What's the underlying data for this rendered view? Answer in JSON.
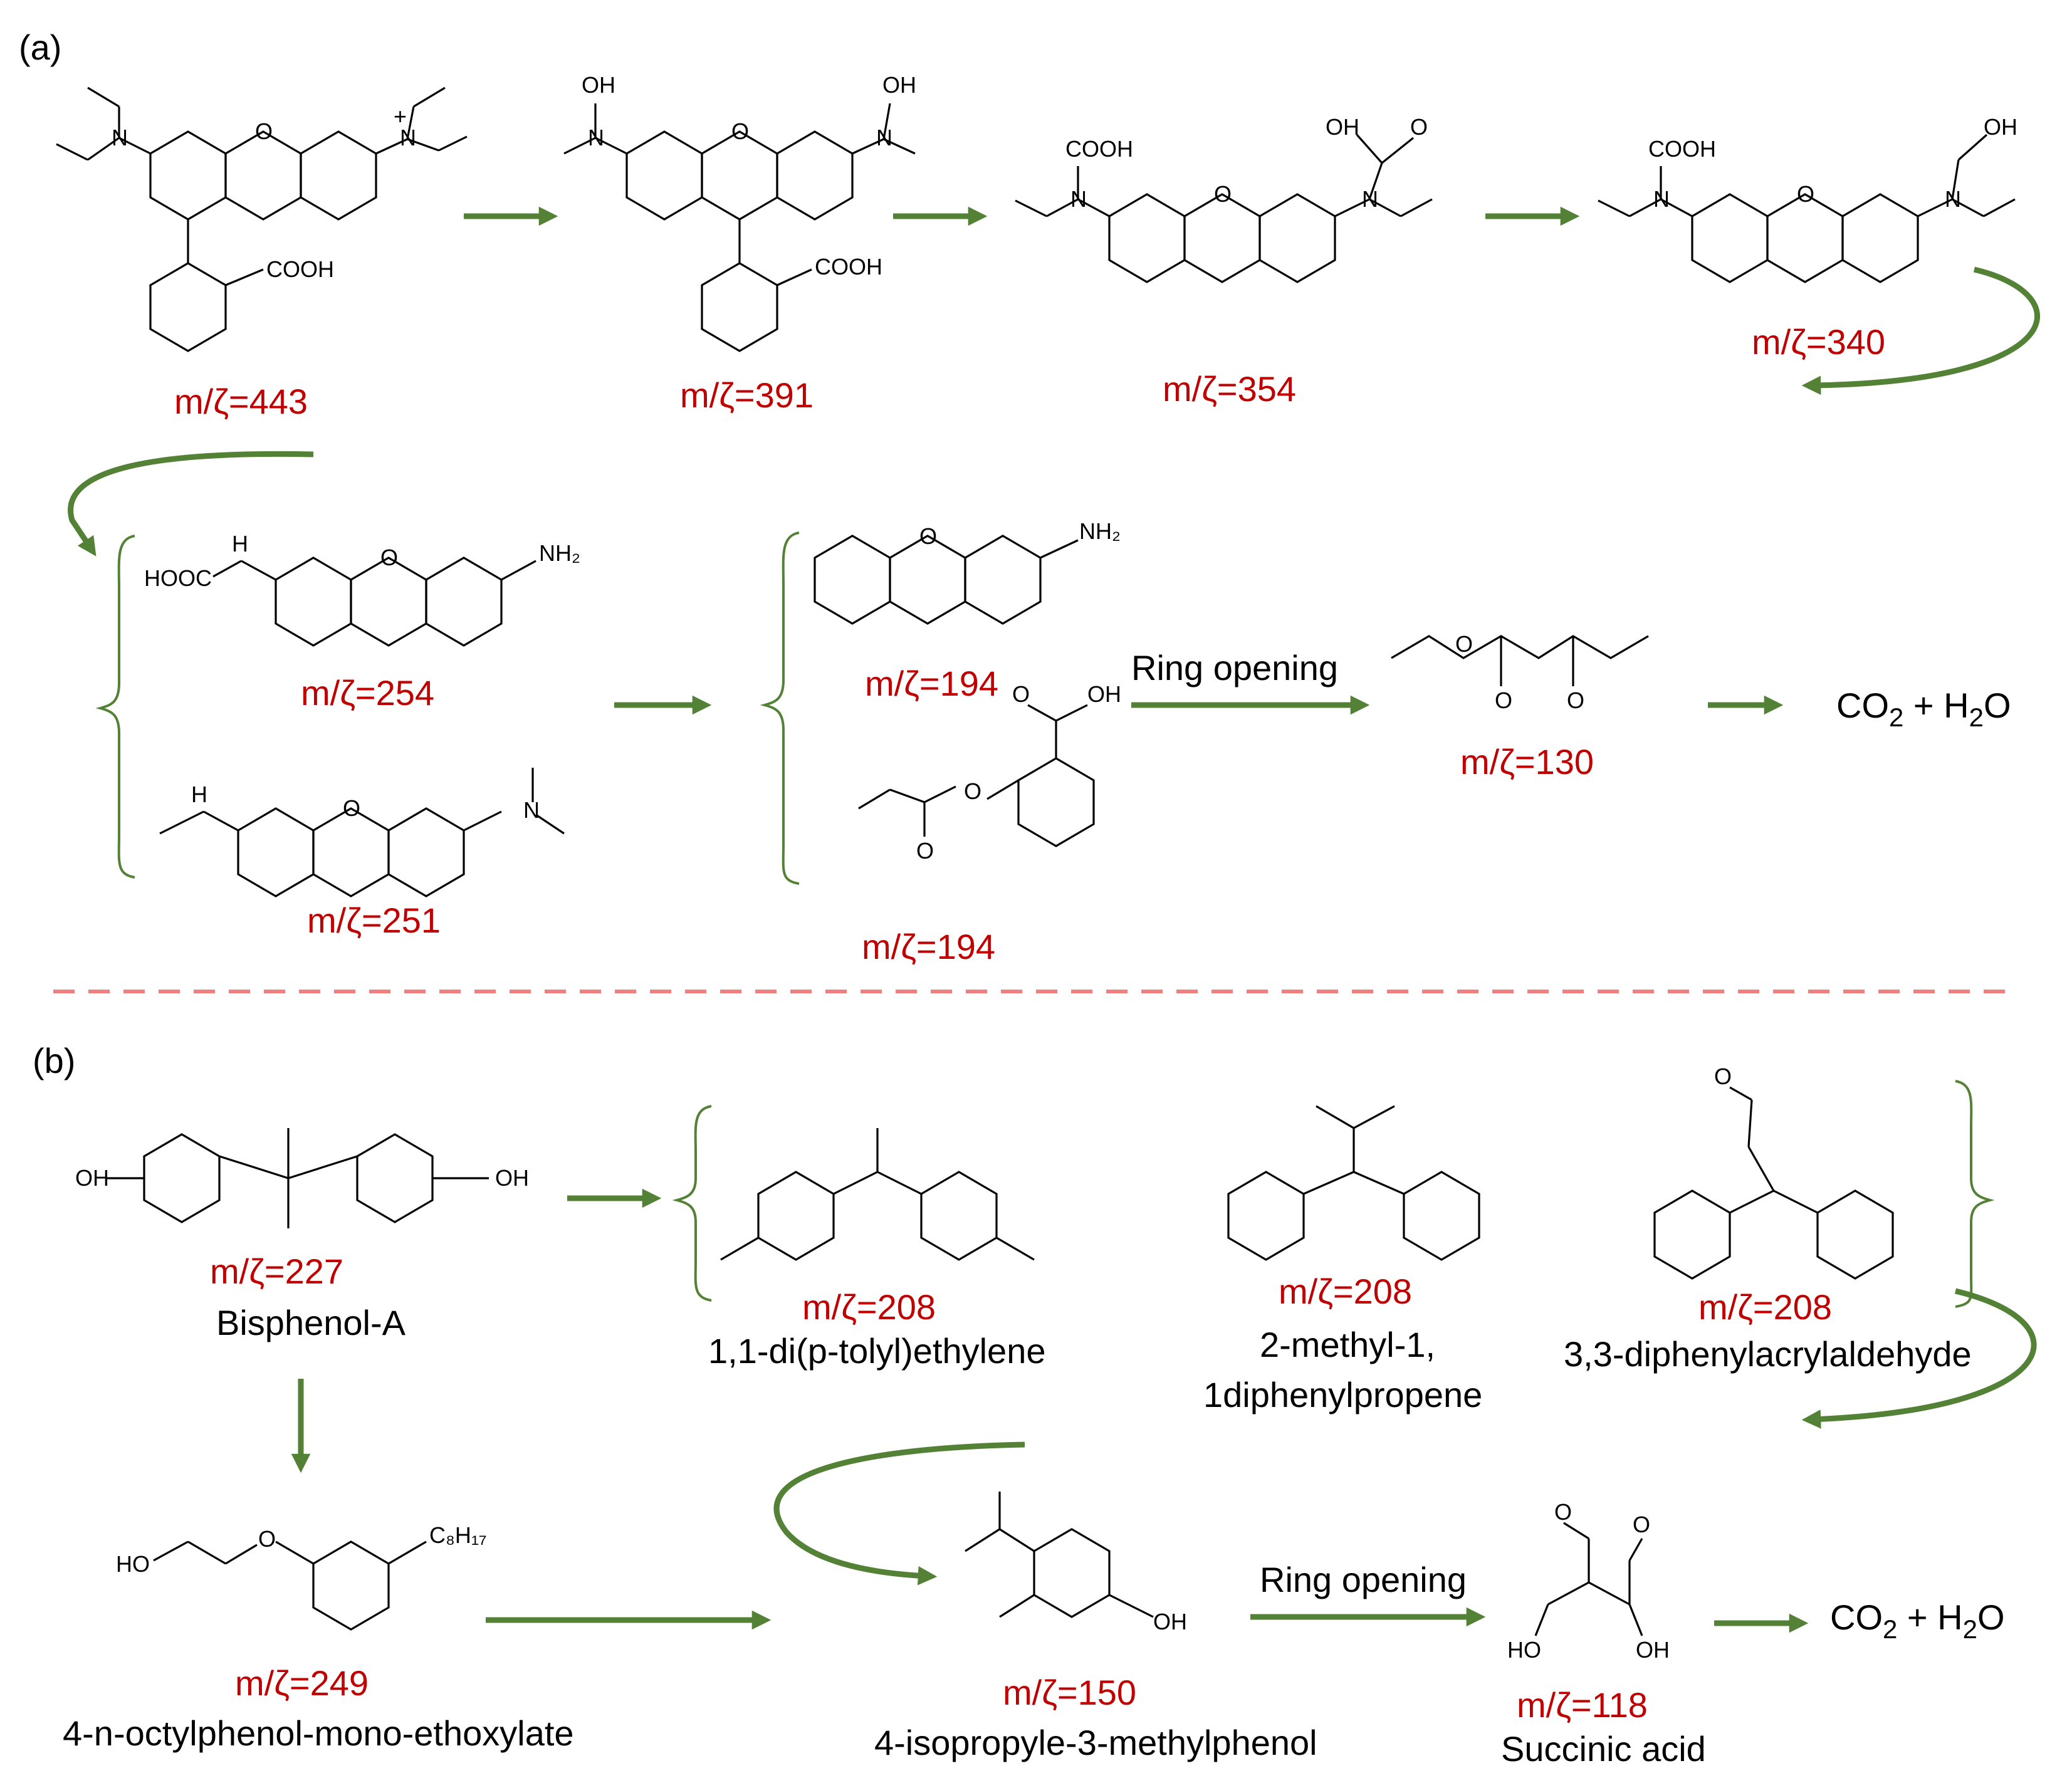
{
  "panel_a": {
    "label": "(a)",
    "mz": [
      "m/ζ=443",
      "m/ζ=391",
      "m/ζ=354",
      "m/ζ=340",
      "m/ζ=254",
      "m/ζ=251",
      "m/ζ=194",
      "m/ζ=194",
      "m/ζ=130"
    ],
    "ring_opening": "Ring opening",
    "final_product": "CO",
    "final_product_rest": " + H",
    "final_product_end": "O",
    "sub2": "2",
    "atoms": {
      "n": "N",
      "o": "O",
      "oh": "OH",
      "cooh": "COOH",
      "nh2": "NH₂",
      "h": "H",
      "hooc": "HOOC",
      "plus": "+"
    }
  },
  "panel_b": {
    "label": "(b)",
    "mz": [
      "m/ζ=227",
      "m/ζ=208",
      "m/ζ=208",
      "m/ζ=208",
      "m/ζ=249",
      "m/ζ=150",
      "m/ζ=118"
    ],
    "names": [
      "Bisphenol-A",
      "1,1-di(p-tolyl)ethylene",
      "2-methyl-1,",
      "1diphenylpropene",
      "3,3-diphenylacrylaldehyde",
      "4-n-octylphenol-mono-ethoxylate",
      "4-isopropyle-3-methylphenol",
      "Succinic acid"
    ],
    "ring_opening": "Ring opening",
    "final_product": "CO",
    "final_product_rest": " + H",
    "final_product_end": "O",
    "sub2": "2",
    "atoms": {
      "oh": "OH",
      "ho": "HO",
      "o": "O",
      "c8h17": "C₈H₁₇"
    }
  },
  "colors": {
    "arrow": "#538135",
    "mz": "#c00000",
    "divider": "#f08080"
  }
}
